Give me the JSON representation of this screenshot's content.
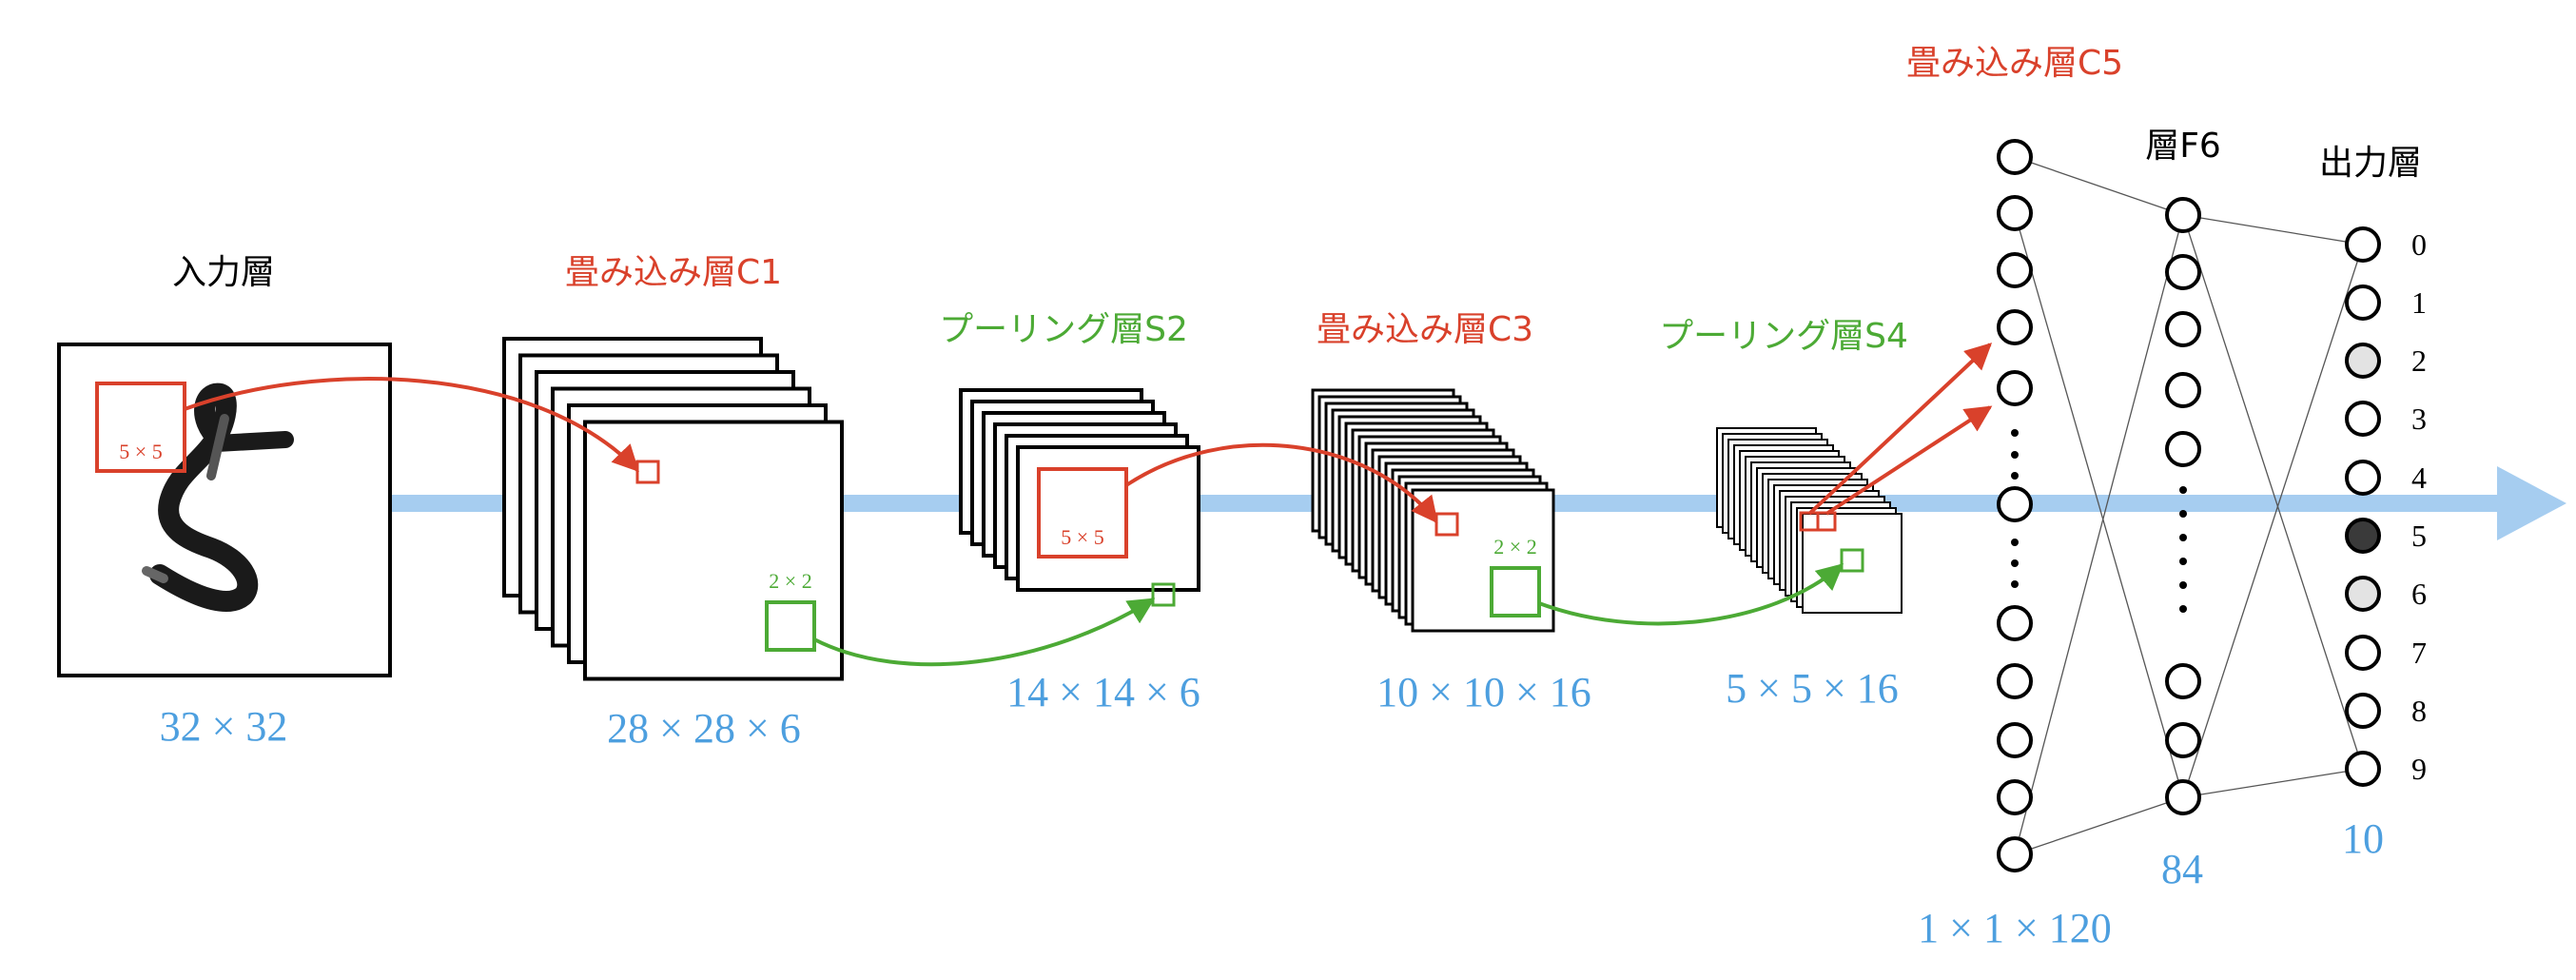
{
  "colors": {
    "conv": "#d9412b",
    "pool": "#4caa35",
    "dim": "#4d9fdf",
    "flow": "#a6cdf0",
    "text": "#000000"
  },
  "layers": {
    "input": {
      "title": "入力層",
      "dims": "32 × 32",
      "kernel": "5 × 5"
    },
    "c1": {
      "title": "畳み込み層C1",
      "dims": "28 × 28 × 6",
      "kernel": "2 × 2"
    },
    "s2": {
      "title": "プーリング層S2",
      "dims": "14 × 14 × 6",
      "kernel": "5 × 5"
    },
    "c3": {
      "title": "畳み込み層C3",
      "dims": "10 × 10 × 16",
      "kernel": "2 × 2"
    },
    "s4": {
      "title": "プーリング層S4",
      "dims": "5 × 5 × 16"
    },
    "c5": {
      "title": "畳み込み層C5",
      "dims": "1 × 1 × 120"
    },
    "f6": {
      "title": "層F6",
      "dims": "84"
    },
    "output": {
      "title": "出力層",
      "dims": "10",
      "labels": [
        "0",
        "1",
        "2",
        "3",
        "4",
        "5",
        "6",
        "7",
        "8",
        "9"
      ],
      "active_index": 5,
      "light_indices": [
        2,
        6
      ]
    }
  }
}
